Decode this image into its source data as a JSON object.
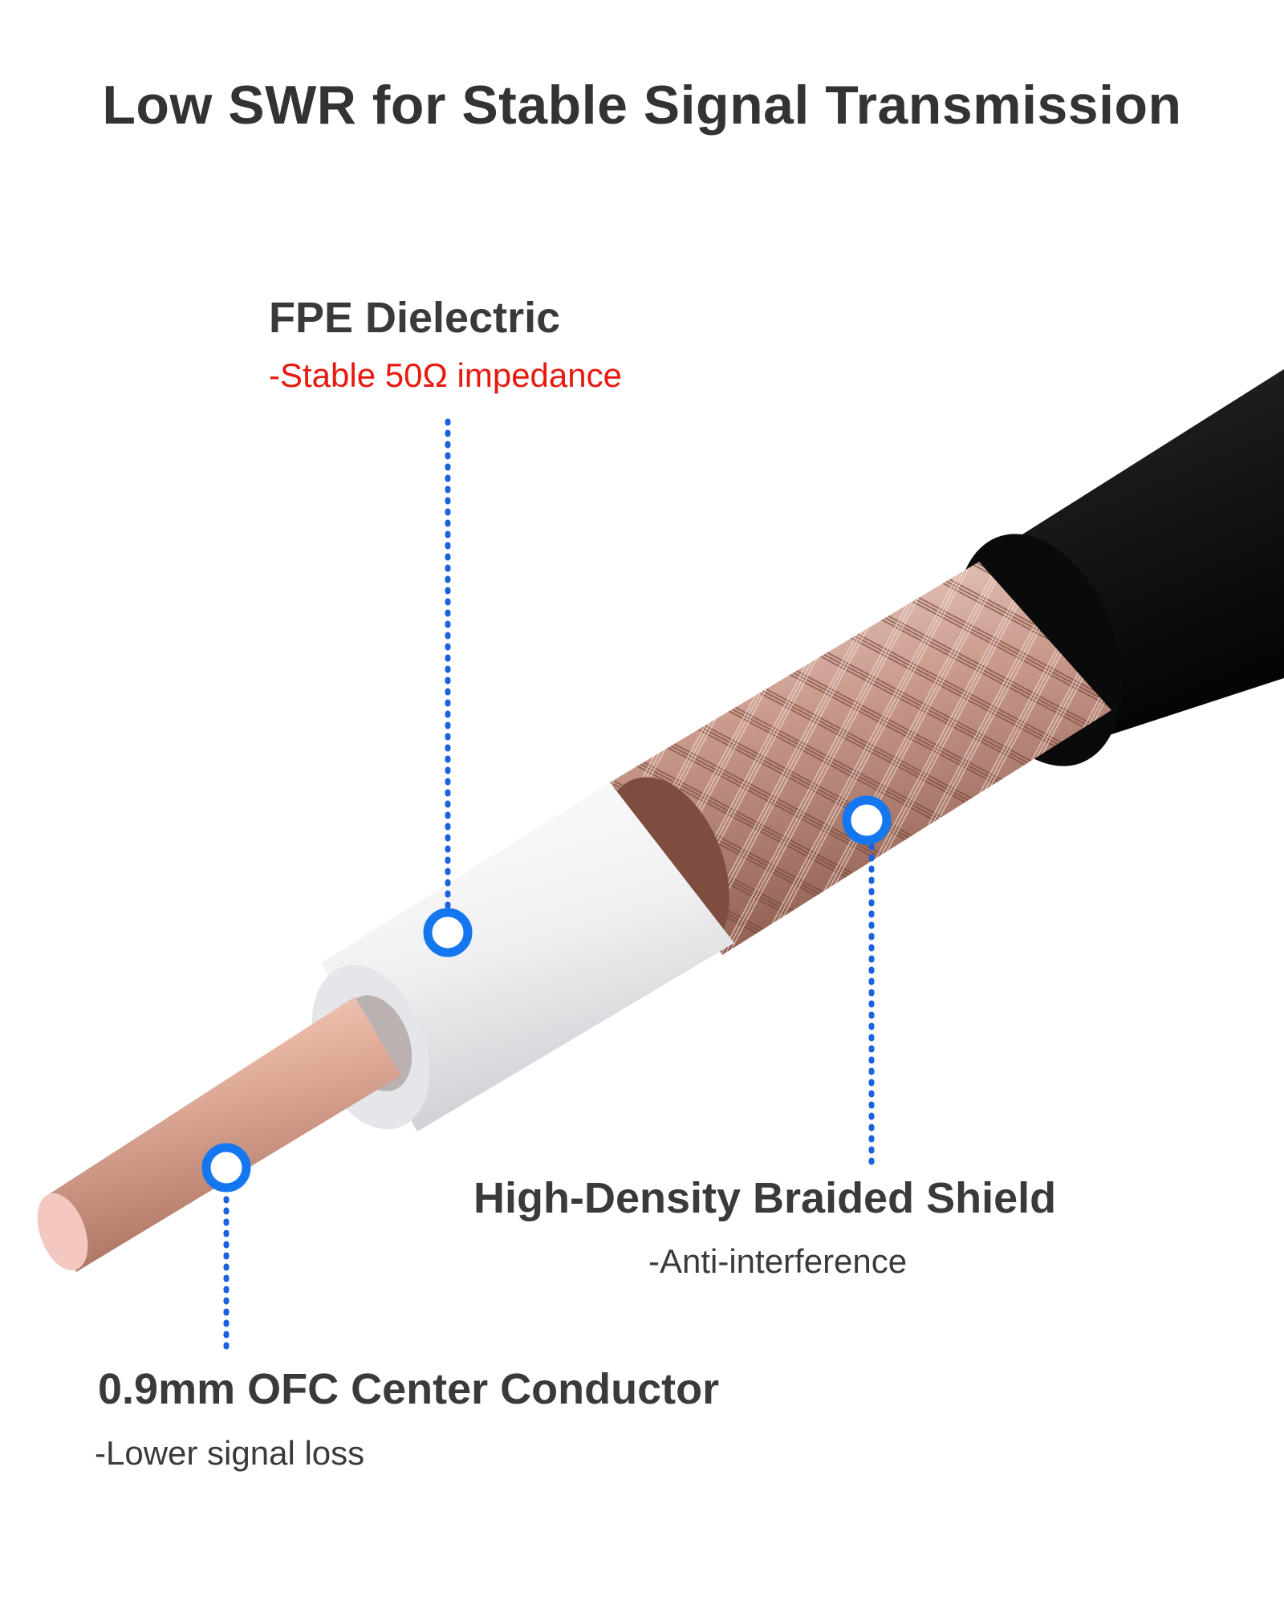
{
  "title": "Low SWR for Stable Signal Transmission",
  "callouts": {
    "dielectric": {
      "title": "FPE Dielectric",
      "subtitle": "-Stable 50Ω impedance",
      "subtitle_color": "#e8190f"
    },
    "shield": {
      "title": "High-Density Braided Shield",
      "subtitle": "-Anti-interference"
    },
    "conductor": {
      "title": "0.9mm OFC Center Conductor",
      "subtitle": "-Lower signal loss"
    }
  },
  "colors": {
    "text": "#333333",
    "callout_line": "#1a62e0",
    "marker_ring": "#1577f0",
    "jacket": "#141414",
    "braid": "#c99a8c",
    "dielectric": "#f2f2f4",
    "conductor": "#e3a995"
  }
}
